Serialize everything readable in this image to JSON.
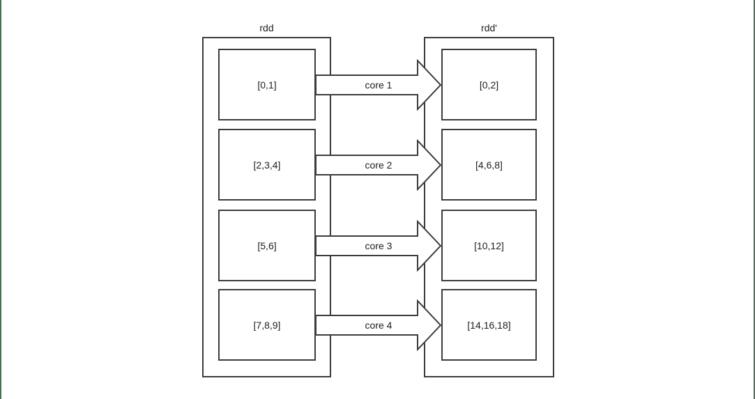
{
  "colors": {
    "border": "#3b3b3b",
    "text": "#1c1c1c",
    "fill": "#ffffff",
    "edge": "#4d6e54"
  },
  "left": {
    "label": "rdd",
    "partitions": [
      "[0,1]",
      "[2,3,4]",
      "[5,6]",
      "[7,8,9]"
    ]
  },
  "right": {
    "label": "rdd'",
    "partitions": [
      "[0,2]",
      "[4,6,8]",
      "[10,12]",
      "[14,16,18]"
    ]
  },
  "arrows": [
    {
      "label": "core 1"
    },
    {
      "label": "core 2"
    },
    {
      "label": "core 3"
    },
    {
      "label": "core 4"
    }
  ]
}
